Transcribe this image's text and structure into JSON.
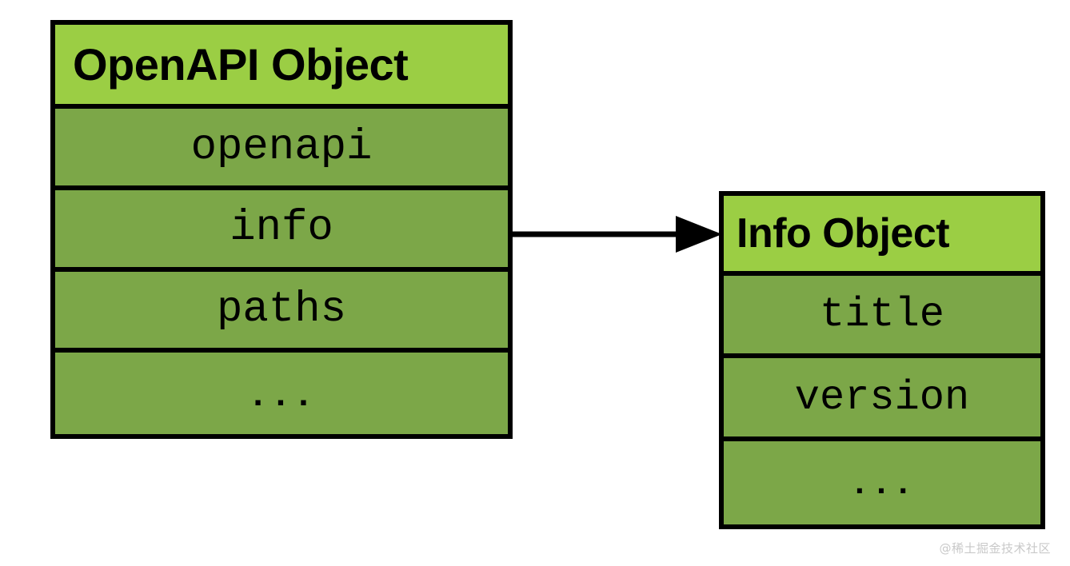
{
  "diagram": {
    "type": "object-relationship",
    "background_color": "#FFFFFF",
    "header_color": "#9BCE44",
    "row_color": "#7CA748",
    "border_color": "#000000"
  },
  "boxes": [
    {
      "id": "openapi-object",
      "header": "OpenAPI Object",
      "rows": [
        {
          "label": "openapi"
        },
        {
          "label": "info"
        },
        {
          "label": "paths"
        },
        {
          "label": "..."
        }
      ]
    },
    {
      "id": "info-object",
      "header": "Info Object",
      "rows": [
        {
          "label": "title"
        },
        {
          "label": "version"
        },
        {
          "label": "..."
        }
      ]
    }
  ],
  "connector": {
    "from": "openapi-object.info",
    "to": "info-object",
    "style": "solid-arrow",
    "color": "#000000"
  },
  "watermark": {
    "text": "@稀土掘金技术社区",
    "color": "#C9C9C9"
  }
}
